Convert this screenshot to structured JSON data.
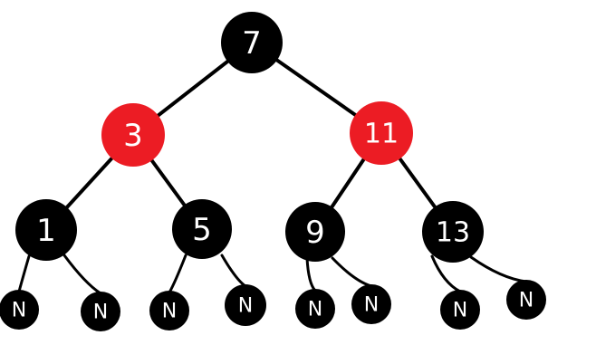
{
  "tree": {
    "colors": {
      "red": "#ec1c24",
      "black": "#000000",
      "label": "#ffffff",
      "edge": "#000000"
    },
    "nodes": [
      {
        "id": "n7",
        "label": "7",
        "color": "black"
      },
      {
        "id": "n3",
        "label": "3",
        "color": "red"
      },
      {
        "id": "n11",
        "label": "11",
        "color": "red"
      },
      {
        "id": "n1",
        "label": "1",
        "color": "black"
      },
      {
        "id": "n5",
        "label": "5",
        "color": "black"
      },
      {
        "id": "n9",
        "label": "9",
        "color": "black"
      },
      {
        "id": "n13",
        "label": "13",
        "color": "black"
      }
    ],
    "leaves": [
      {
        "id": "l1",
        "label": "N",
        "parent": "n1"
      },
      {
        "id": "l2",
        "label": "N",
        "parent": "n1"
      },
      {
        "id": "l3",
        "label": "N",
        "parent": "n5"
      },
      {
        "id": "l4",
        "label": "N",
        "parent": "n5"
      },
      {
        "id": "l5",
        "label": "N",
        "parent": "n9"
      },
      {
        "id": "l6",
        "label": "N",
        "parent": "n9"
      },
      {
        "id": "l7",
        "label": "N",
        "parent": "n13"
      },
      {
        "id": "l8",
        "label": "N",
        "parent": "n13"
      }
    ],
    "edges": [
      [
        "n7",
        "n3"
      ],
      [
        "n7",
        "n11"
      ],
      [
        "n3",
        "n1"
      ],
      [
        "n3",
        "n5"
      ],
      [
        "n11",
        "n9"
      ],
      [
        "n11",
        "n13"
      ]
    ]
  }
}
